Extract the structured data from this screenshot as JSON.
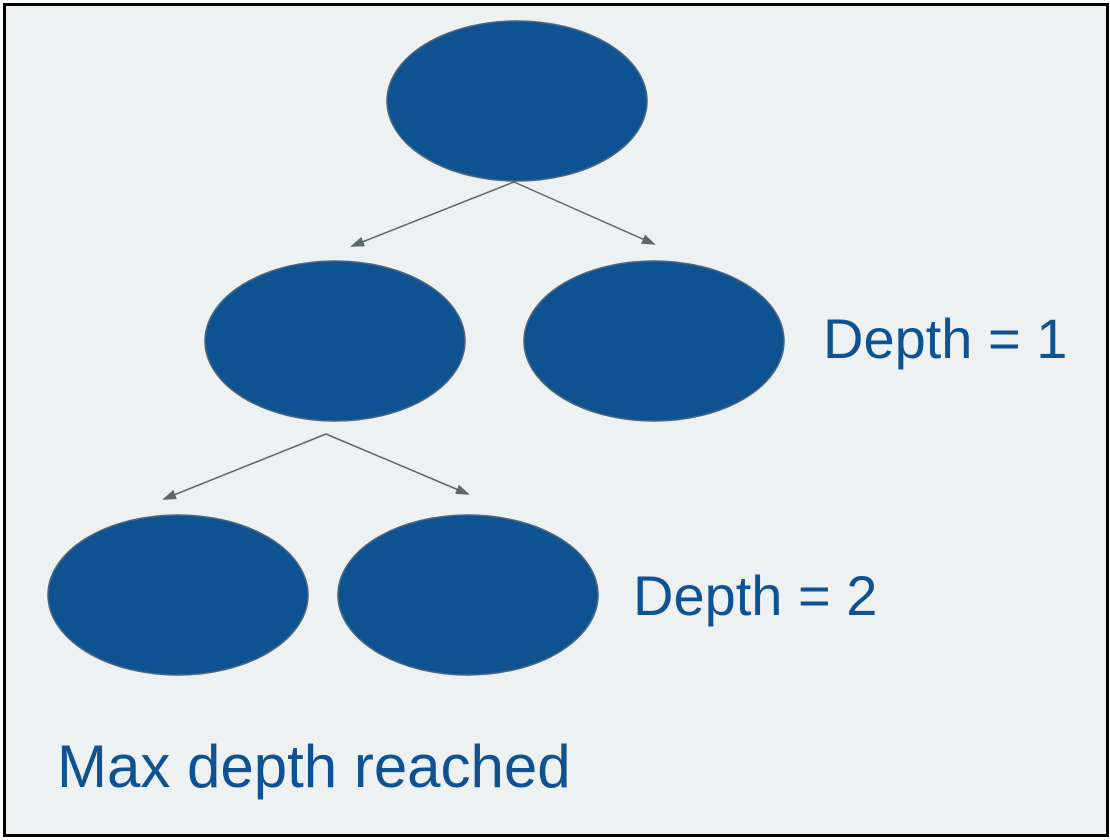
{
  "colors": {
    "background": "#eef1f2",
    "node_fill": "#0f5292",
    "node_stroke": "#4a6580",
    "edge": "#5c6670",
    "text": "#0f5292",
    "border": "#000000"
  },
  "tree": {
    "nodes": [
      {
        "id": "root",
        "depth": 0
      },
      {
        "id": "d1-left",
        "depth": 1
      },
      {
        "id": "d1-right",
        "depth": 1
      },
      {
        "id": "d2-left",
        "depth": 2
      },
      {
        "id": "d2-right",
        "depth": 2
      }
    ],
    "edges": [
      {
        "from": "root",
        "to": "d1-left"
      },
      {
        "from": "root",
        "to": "d1-right"
      },
      {
        "from": "d1-left",
        "to": "d2-left"
      },
      {
        "from": "d1-left",
        "to": "d2-right"
      }
    ]
  },
  "labels": {
    "depth_1": "Depth = 1",
    "depth_2": "Depth = 2",
    "max_depth": "Max depth reached"
  }
}
